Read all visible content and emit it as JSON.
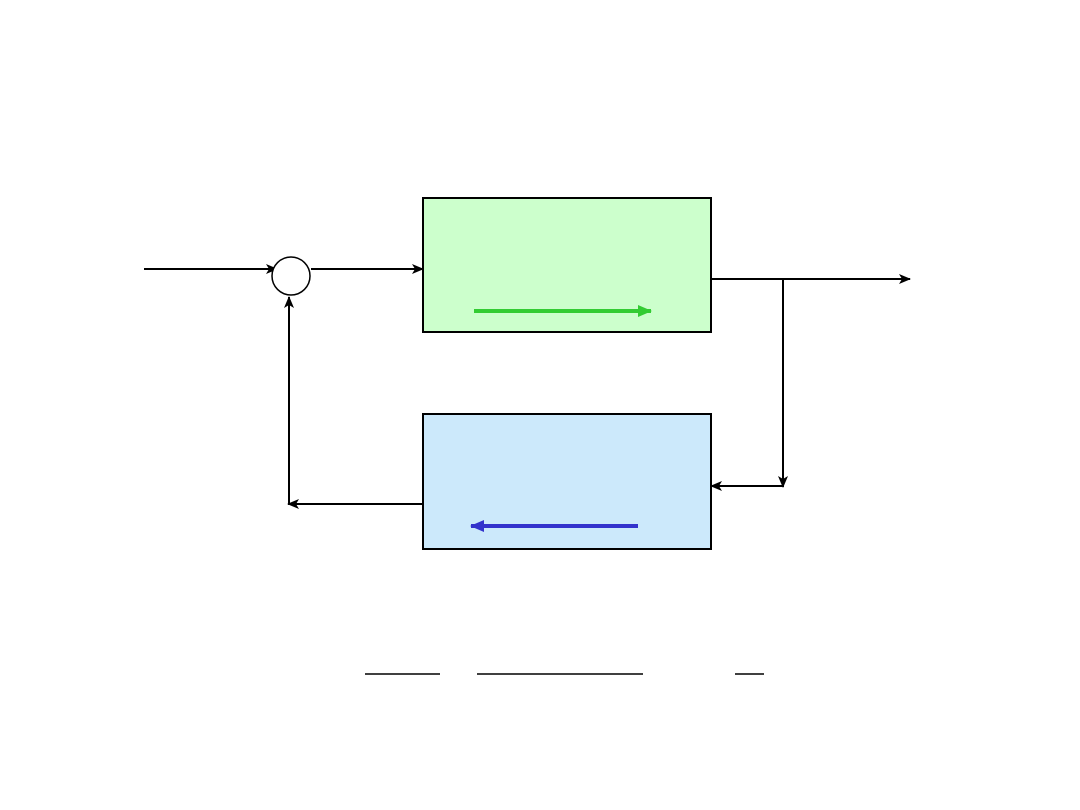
{
  "diagram": {
    "type": "feedback-control-block-diagram",
    "blocks": {
      "forward": {
        "fill": "#ccffcc",
        "arrow_color": "#33cc33",
        "arrow_direction": "right"
      },
      "feedback": {
        "fill": "#cce9fb",
        "arrow_color": "#3333cc",
        "arrow_direction": "left"
      }
    },
    "colors": {
      "line": "#000000",
      "background": "#ffffff"
    },
    "summing_junction": {
      "shape": "circle"
    },
    "formula_fraction_bars": 3
  }
}
